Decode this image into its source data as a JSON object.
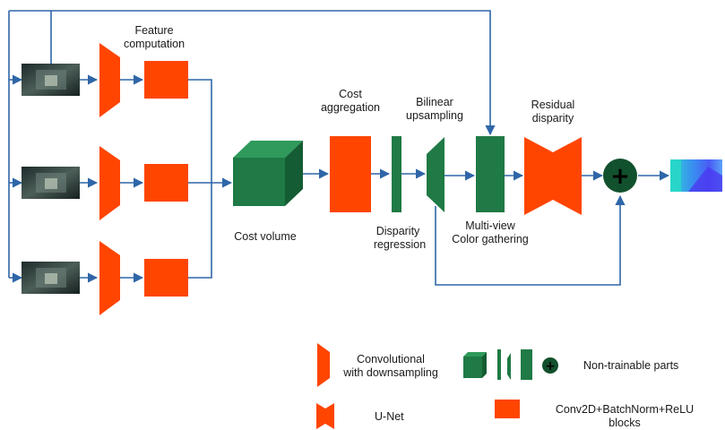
{
  "labels": {
    "feature_computation": [
      "Feature",
      "computation"
    ],
    "cost_aggregation": [
      "Cost",
      "aggregation"
    ],
    "bilinear_upsampling": [
      "Bilinear",
      "upsampling"
    ],
    "residual_disparity": [
      "Residual",
      "disparity"
    ],
    "cost_volume": "Cost volume",
    "disparity_regression": [
      "Disparity",
      "regression"
    ],
    "multi_view_color": [
      "Multi-view",
      "Color gathering"
    ]
  },
  "legend": {
    "conv_downsampling": [
      "Convolutional",
      "with downsampling"
    ],
    "non_trainable": "Non-trainable parts",
    "unet": "U-Net",
    "conv_blocks": [
      "Conv2D+BatchNorm+ReLU",
      "blocks"
    ]
  },
  "symbols": {
    "sum": "+"
  },
  "colors": {
    "trainable": "#ff4500",
    "non_trainable": "#1f7a45",
    "arrow": "#2f66a8"
  }
}
